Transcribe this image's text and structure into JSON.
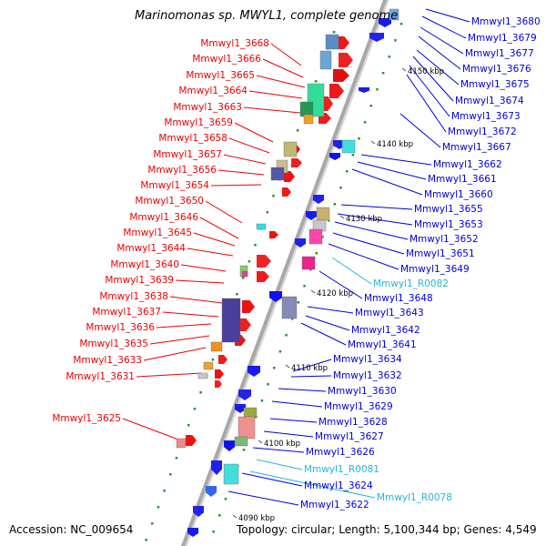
{
  "title": "Marinomonas sp. MWYL1, complete genome",
  "footer": {
    "accession": "Accession: NC_009654",
    "info": "Topology: circular; Length: 5,100,344 bp; Genes: 4,549"
  },
  "colors": {
    "left_label": "#ee0000",
    "right_label": "#0000dd",
    "rna_label": "#22b8d8",
    "backbone": "#a8a8a8",
    "tick": "#229922"
  },
  "scale_labels": [
    "4150 kbp",
    "4140 kbp",
    "4130 kbp",
    "4120 kbp",
    "4110 kbp",
    "4100 kbp",
    "4090 kbp"
  ],
  "left_labels": [
    "Mmwyl1_3668",
    "Mmwyl1_3666",
    "Mmwyl1_3665",
    "Mmwyl1_3664",
    "Mmwyl1_3663",
    "Mmwyl1_3659",
    "Mmwyl1_3658",
    "Mmwyl1_3657",
    "Mmwyl1_3656",
    "Mmwyl1_3654",
    "Mmwyl1_3650",
    "Mmwyl1_3646",
    "Mmwyl1_3645",
    "Mmwyl1_3644",
    "Mmwyl1_3640",
    "Mmwyl1_3639",
    "Mmwyl1_3638",
    "Mmwyl1_3637",
    "Mmwyl1_3636",
    "Mmwyl1_3635",
    "Mmwyl1_3633",
    "Mmwyl1_3631",
    "Mmwyl1_3625"
  ],
  "right_labels": [
    "Mmwyl1_3680",
    "Mmwyl1_3679",
    "Mmwyl1_3677",
    "Mmwyl1_3676",
    "Mmwyl1_3675",
    "Mmwyl1_3674",
    "Mmwyl1_3673",
    "Mmwyl1_3672",
    "Mmwyl1_3667",
    "Mmwyl1_3662",
    "Mmwyl1_3661",
    "Mmwyl1_3660",
    "Mmwyl1_3655",
    "Mmwyl1_3653",
    "Mmwyl1_3652",
    "Mmwyl1_3651",
    "Mmwyl1_3649",
    "Mmwyl1_R0082",
    "Mmwyl1_3648",
    "Mmwyl1_3643",
    "Mmwyl1_3642",
    "Mmwyl1_3641",
    "Mmwyl1_3634",
    "Mmwyl1_3632",
    "Mmwyl1_3630",
    "Mmwyl1_3629",
    "Mmwyl1_3628",
    "Mmwyl1_3627",
    "Mmwyl1_3626",
    "Mmwyl1_R0081",
    "Mmwyl1_3624",
    "Mmwyl1_R0078",
    "Mmwyl1_3622"
  ]
}
